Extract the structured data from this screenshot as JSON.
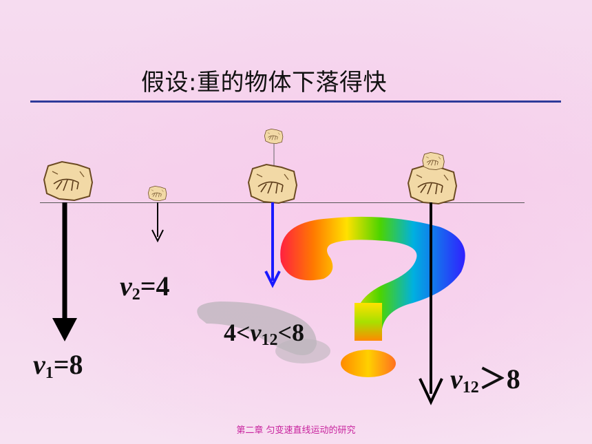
{
  "title": "假设:重的物体下落得快",
  "labels": {
    "v1": {
      "sym": "v",
      "sub": "1",
      "rel": "=8"
    },
    "v2": {
      "sym": "v",
      "sub": "2",
      "rel": "=4"
    },
    "v12_between": {
      "pre": "4<",
      "sym": "v",
      "sub": "12",
      "rel": "<8"
    },
    "v12_greater": {
      "sym": "v",
      "sub": "12",
      "rel": "＞8"
    }
  },
  "footer": "第二章 匀变速直线运动的研究",
  "colors": {
    "rule": "#2e3a99",
    "blue_arrow": "#1a1aff",
    "footer": "#c8249e",
    "stone": "#f2d9a6"
  },
  "icons": [
    "stone-icon",
    "question-mark-icon"
  ]
}
